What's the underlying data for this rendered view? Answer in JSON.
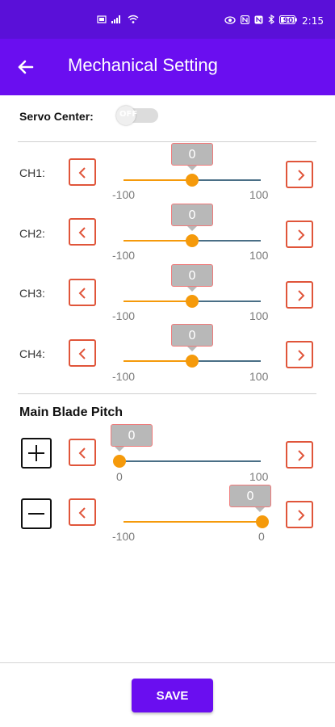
{
  "status_bar": {
    "time": "2:15",
    "battery": "90",
    "left_icons": [
      "sim-icon",
      "signal-icon",
      "wifi-icon"
    ],
    "right_icons": [
      "eye-icon",
      "nfc-icon",
      "bluetooth-icon",
      "battery-icon"
    ]
  },
  "app_bar": {
    "title": "Mechanical Setting",
    "back_icon": "arrow-left-icon"
  },
  "servo_center": {
    "label": "Servo Center:",
    "toggle_text": "OFF",
    "state": false
  },
  "channels": [
    {
      "label": "CH1:",
      "value": "0",
      "min": "-100",
      "max": "100",
      "fraction": 0.5
    },
    {
      "label": "CH2:",
      "value": "0",
      "min": "-100",
      "max": "100",
      "fraction": 0.5
    },
    {
      "label": "CH3:",
      "value": "0",
      "min": "-100",
      "max": "100",
      "fraction": 0.5
    },
    {
      "label": "CH4:",
      "value": "0",
      "min": "-100",
      "max": "100",
      "fraction": 0.5
    }
  ],
  "main_blade_pitch": {
    "title": "Main Blade Pitch",
    "plus": {
      "value": "0",
      "min": "0",
      "max": "100",
      "fraction": 0.0
    },
    "minus": {
      "value": "0",
      "min": "-100",
      "max": "0",
      "fraction": 1.0
    }
  },
  "save_label": "SAVE",
  "colors": {
    "primary": "#6a0ef0",
    "status": "#5a10d8",
    "accent": "#f59a0b",
    "step_border": "#e0553a",
    "track_inactive": "#4a6f86"
  }
}
